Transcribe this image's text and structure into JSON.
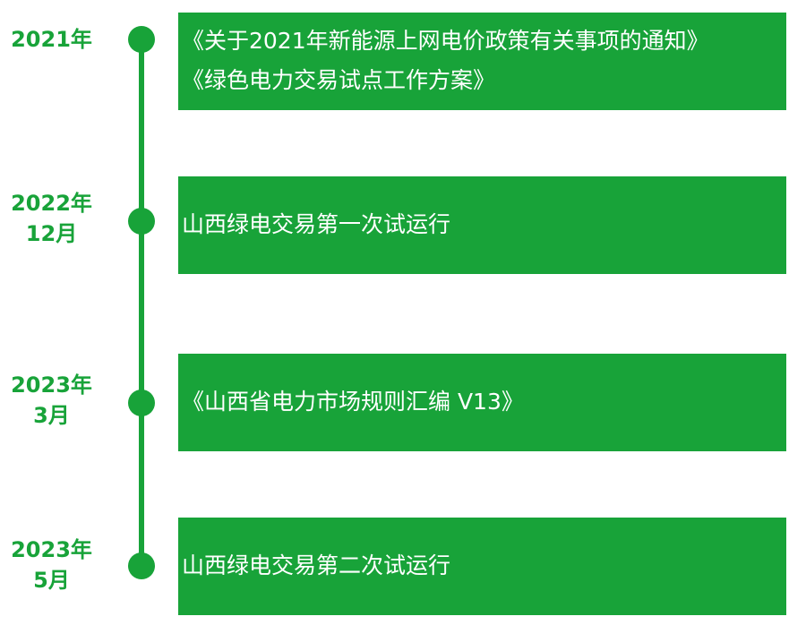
{
  "colors": {
    "accent": "#18a339",
    "box_text": "#ffffff"
  },
  "events": [
    {
      "date_lines": [
        "2021年"
      ],
      "lines": [
        "《关于2021年新能源上网电价政策有关事项的通知》",
        "《绿色电力交易试点工作方案》"
      ]
    },
    {
      "date_lines": [
        "2022年",
        "12月"
      ],
      "lines": [
        "山西绿电交易第一次试运行"
      ]
    },
    {
      "date_lines": [
        "2023年",
        "3月"
      ],
      "lines": [
        "《山西省电力市场规则汇编 V13》"
      ]
    },
    {
      "date_lines": [
        "2023年",
        "5月"
      ],
      "lines": [
        "山西绿电交易第二次试运行"
      ]
    }
  ]
}
